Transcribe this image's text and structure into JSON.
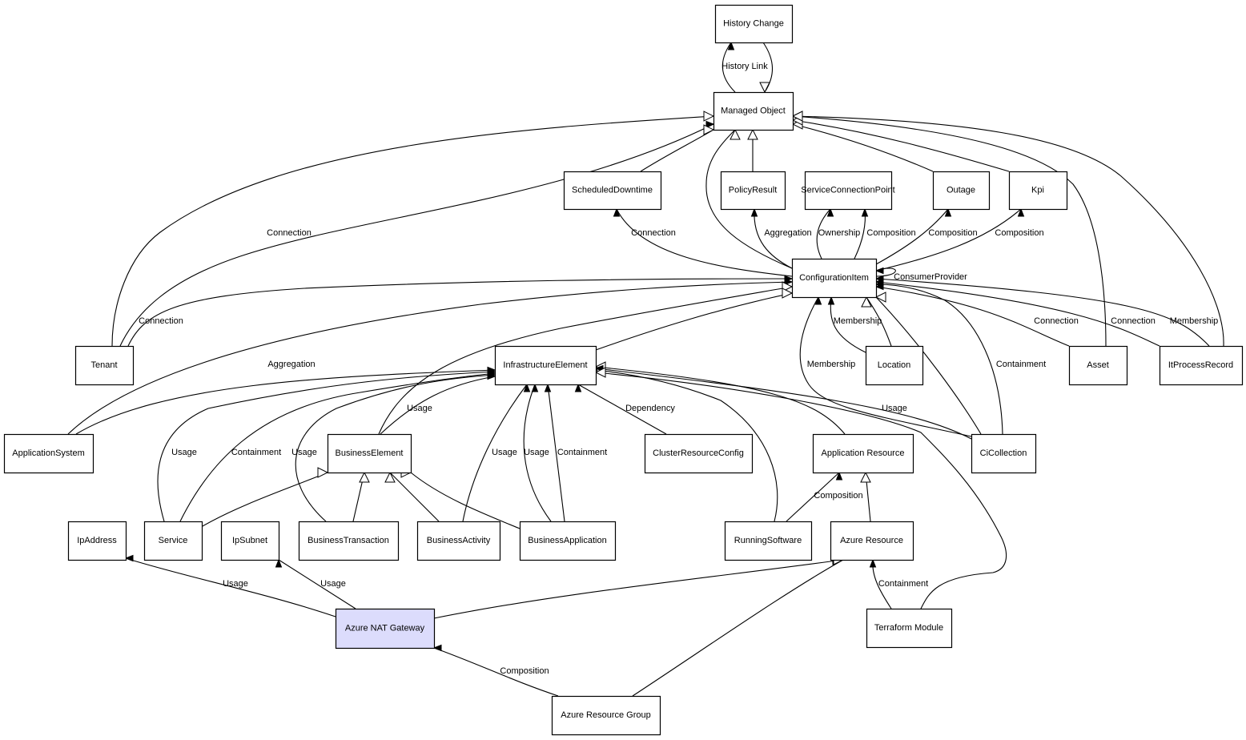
{
  "diagram": {
    "title": "",
    "highlight_color": "#dcdcfc",
    "nodes": [
      {
        "id": "history_change",
        "label": "History Change"
      },
      {
        "id": "managed_object",
        "label": "Managed Object"
      },
      {
        "id": "scheduled_downtime",
        "label": "ScheduledDowntime"
      },
      {
        "id": "policy_result",
        "label": "PolicyResult"
      },
      {
        "id": "service_connection_point",
        "label": "ServiceConnectionPoint"
      },
      {
        "id": "outage",
        "label": "Outage"
      },
      {
        "id": "kpi",
        "label": "Kpi"
      },
      {
        "id": "configuration_item",
        "label": "ConfigurationItem"
      },
      {
        "id": "tenant",
        "label": "Tenant"
      },
      {
        "id": "infrastructure_element",
        "label": "InfrastructureElement"
      },
      {
        "id": "location",
        "label": "Location"
      },
      {
        "id": "asset",
        "label": "Asset"
      },
      {
        "id": "it_process_record",
        "label": "ItProcessRecord"
      },
      {
        "id": "application_system",
        "label": "ApplicationSystem"
      },
      {
        "id": "business_element",
        "label": "BusinessElement"
      },
      {
        "id": "cluster_resource_config",
        "label": "ClusterResourceConfig"
      },
      {
        "id": "application_resource",
        "label": "Application Resource"
      },
      {
        "id": "ci_collection",
        "label": "CiCollection"
      },
      {
        "id": "ip_address",
        "label": "IpAddress"
      },
      {
        "id": "service",
        "label": "Service"
      },
      {
        "id": "ip_subnet",
        "label": "IpSubnet"
      },
      {
        "id": "business_transaction",
        "label": "BusinessTransaction"
      },
      {
        "id": "business_activity",
        "label": "BusinessActivity"
      },
      {
        "id": "business_application",
        "label": "BusinessApplication"
      },
      {
        "id": "running_software",
        "label": "RunningSoftware"
      },
      {
        "id": "azure_resource",
        "label": "Azure Resource"
      },
      {
        "id": "azure_nat_gateway",
        "label": "Azure NAT Gateway",
        "highlighted": true
      },
      {
        "id": "terraform_module",
        "label": "Terraform Module"
      },
      {
        "id": "azure_resource_group",
        "label": "Azure Resource Group"
      }
    ],
    "edges": [
      {
        "from": "managed_object",
        "to": "history_change",
        "label": "History Link",
        "arrow": "filled"
      },
      {
        "from": "history_change",
        "to": "managed_object",
        "label": "",
        "arrow": "open"
      },
      {
        "from": "tenant",
        "to": "managed_object",
        "label": "",
        "arrow": "open"
      },
      {
        "from": "tenant",
        "to": "managed_object",
        "label": "Connection",
        "arrow": "filled"
      },
      {
        "from": "scheduled_downtime",
        "to": "managed_object",
        "label": "",
        "arrow": "open"
      },
      {
        "from": "configuration_item",
        "to": "managed_object",
        "label": "",
        "arrow": "open"
      },
      {
        "from": "policy_result",
        "to": "managed_object",
        "label": "",
        "arrow": "open"
      },
      {
        "from": "outage",
        "to": "managed_object",
        "label": "",
        "arrow": "open"
      },
      {
        "from": "kpi",
        "to": "managed_object",
        "label": "",
        "arrow": "open"
      },
      {
        "from": "asset",
        "to": "managed_object",
        "label": "",
        "arrow": "open"
      },
      {
        "from": "it_process_record",
        "to": "managed_object",
        "label": "",
        "arrow": "open"
      },
      {
        "from": "configuration_item",
        "to": "scheduled_downtime",
        "label": "Connection",
        "arrow": "filled"
      },
      {
        "from": "configuration_item",
        "to": "policy_result",
        "label": "Aggregation",
        "arrow": "filled"
      },
      {
        "from": "configuration_item",
        "to": "service_connection_point",
        "label": "Ownership",
        "arrow": "filled"
      },
      {
        "from": "configuration_item",
        "to": "service_connection_point",
        "label": "Composition",
        "arrow": "filled"
      },
      {
        "from": "configuration_item",
        "to": "outage",
        "label": "Composition",
        "arrow": "filled"
      },
      {
        "from": "configuration_item",
        "to": "kpi",
        "label": "Composition",
        "arrow": "filled"
      },
      {
        "from": "configuration_item",
        "to": "configuration_item",
        "label": "ConsumerProvider",
        "arrow": "filled"
      },
      {
        "from": "tenant",
        "to": "configuration_item",
        "label": "Connection",
        "arrow": "filled"
      },
      {
        "from": "application_system",
        "to": "configuration_item",
        "label": "Aggregation",
        "arrow": "filled"
      },
      {
        "from": "business_element",
        "to": "configuration_item",
        "label": "",
        "arrow": "open"
      },
      {
        "from": "infrastructure_element",
        "to": "configuration_item",
        "label": "",
        "arrow": "open"
      },
      {
        "from": "location",
        "to": "configuration_item",
        "label": "Membership",
        "arrow": "filled"
      },
      {
        "from": "location",
        "to": "configuration_item",
        "label": "",
        "arrow": "open"
      },
      {
        "from": "ci_collection",
        "to": "configuration_item",
        "label": "Membership",
        "arrow": "filled"
      },
      {
        "from": "ci_collection",
        "to": "configuration_item",
        "label": "",
        "arrow": "open"
      },
      {
        "from": "ci_collection",
        "to": "configuration_item",
        "label": "Containment",
        "arrow": "filled"
      },
      {
        "from": "asset",
        "to": "configuration_item",
        "label": "Connection",
        "arrow": "filled"
      },
      {
        "from": "it_process_record",
        "to": "configuration_item",
        "label": "Connection",
        "arrow": "filled"
      },
      {
        "from": "it_process_record",
        "to": "configuration_item",
        "label": "Membership",
        "arrow": "filled"
      },
      {
        "from": "application_system",
        "to": "infrastructure_element",
        "label": "",
        "arrow": "filled"
      },
      {
        "from": "service",
        "to": "infrastructure_element",
        "label": "Usage",
        "arrow": "filled"
      },
      {
        "from": "service",
        "to": "infrastructure_element",
        "label": "Containment",
        "arrow": "filled"
      },
      {
        "from": "business_transaction",
        "to": "infrastructure_element",
        "label": "Usage",
        "arrow": "filled"
      },
      {
        "from": "business_element",
        "to": "infrastructure_element",
        "label": "Usage",
        "arrow": "filled"
      },
      {
        "from": "business_activity",
        "to": "infrastructure_element",
        "label": "Usage",
        "arrow": "filled"
      },
      {
        "from": "business_application",
        "to": "infrastructure_element",
        "label": "Usage",
        "arrow": "filled"
      },
      {
        "from": "business_application",
        "to": "infrastructure_element",
        "label": "Containment",
        "arrow": "filled"
      },
      {
        "from": "cluster_resource_config",
        "to": "infrastructure_element",
        "label": "Dependency",
        "arrow": "filled"
      },
      {
        "from": "running_software",
        "to": "infrastructure_element",
        "label": "",
        "arrow": "open"
      },
      {
        "from": "application_resource",
        "to": "infrastructure_element",
        "label": "",
        "arrow": "open"
      },
      {
        "from": "ci_collection",
        "to": "infrastructure_element",
        "label": "Usage",
        "arrow": "filled"
      },
      {
        "from": "terraform_module",
        "to": "infrastructure_element",
        "label": "",
        "arrow": "open"
      },
      {
        "from": "service",
        "to": "business_element",
        "label": "",
        "arrow": "open"
      },
      {
        "from": "business_transaction",
        "to": "business_element",
        "label": "",
        "arrow": "open"
      },
      {
        "from": "business_activity",
        "to": "business_element",
        "label": "",
        "arrow": "open"
      },
      {
        "from": "business_application",
        "to": "business_element",
        "label": "",
        "arrow": "open"
      },
      {
        "from": "running_software",
        "to": "application_resource",
        "label": "Composition",
        "arrow": "filled"
      },
      {
        "from": "azure_resource",
        "to": "application_resource",
        "label": "",
        "arrow": "open"
      },
      {
        "from": "azure_nat_gateway",
        "to": "ip_address",
        "label": "Usage",
        "arrow": "filled"
      },
      {
        "from": "azure_nat_gateway",
        "to": "ip_subnet",
        "label": "Usage",
        "arrow": "filled"
      },
      {
        "from": "azure_nat_gateway",
        "to": "azure_resource",
        "label": "",
        "arrow": "open"
      },
      {
        "from": "terraform_module",
        "to": "azure_resource",
        "label": "Containment",
        "arrow": "filled"
      },
      {
        "from": "azure_resource_group",
        "to": "azure_resource",
        "label": "",
        "arrow": "open"
      },
      {
        "from": "azure_resource_group",
        "to": "azure_nat_gateway",
        "label": "Composition",
        "arrow": "filled"
      }
    ]
  }
}
